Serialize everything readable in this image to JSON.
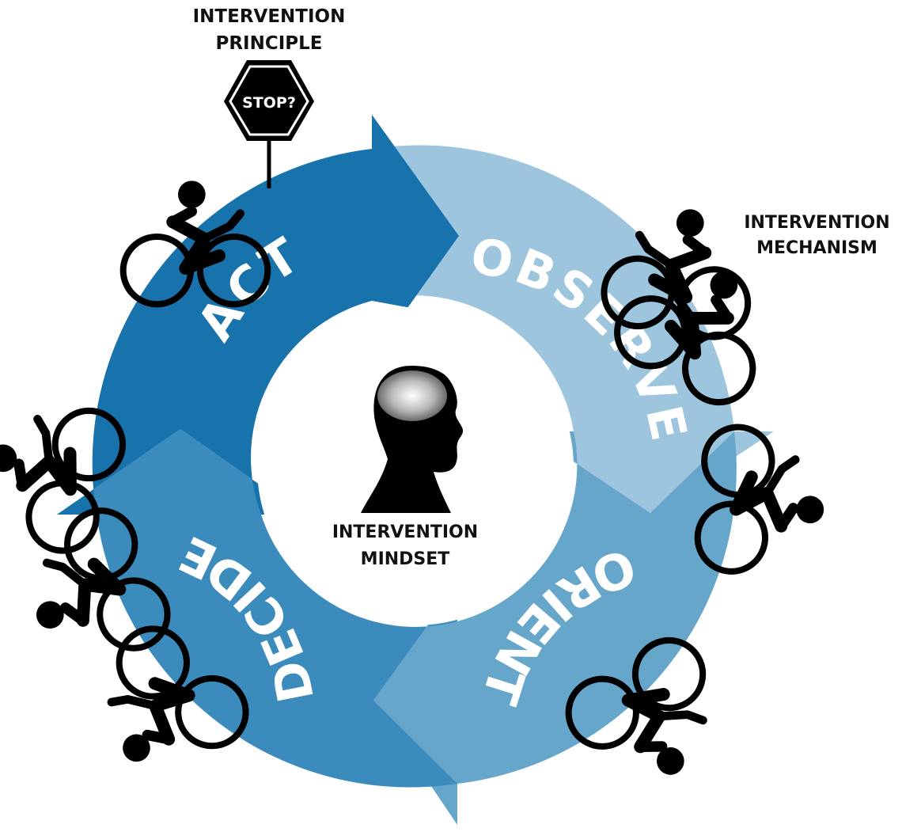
{
  "diagram": {
    "segments": [
      {
        "id": "act",
        "label": "ACT",
        "color": "#1873ad"
      },
      {
        "id": "observe",
        "label": "OBSERVE",
        "color": "#9dc5dd"
      },
      {
        "id": "orient",
        "label": "ORIENT",
        "color": "#67a6cb"
      },
      {
        "id": "decide",
        "label": "DECIDE",
        "color": "#3b8bbd"
      }
    ],
    "center_label_line1": "INTERVENTION",
    "center_label_line2": "MINDSET",
    "principle_label_line1": "INTERVENTION",
    "principle_label_line2": "PRINCIPLE",
    "mechanism_label_line1": "INTERVENTION",
    "mechanism_label_line2": "MECHANISM",
    "stop_sign_text": "STOP?",
    "icons": [
      "head-brain-icon",
      "stop-sign-icon",
      "cyclist-icon"
    ]
  }
}
